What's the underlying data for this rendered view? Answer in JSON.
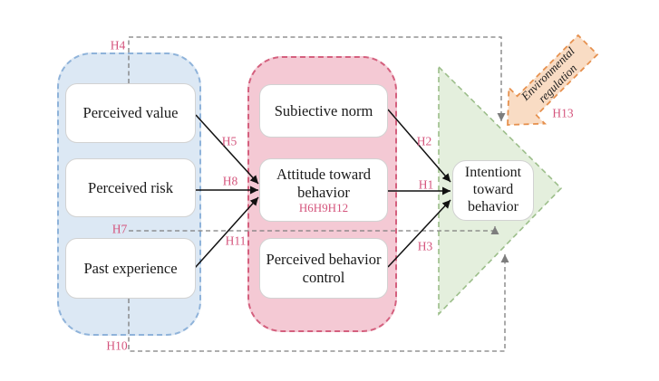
{
  "figure": {
    "antecedents": [
      {
        "label": "Perceived value"
      },
      {
        "label": "Perceived risk"
      },
      {
        "label": "Past experience"
      }
    ],
    "mediators": [
      {
        "label": "Subiective norm"
      },
      {
        "label": "Attitude toward behavior",
        "hypotheses": "H6H9H12"
      },
      {
        "label": "Perceived behavior control"
      }
    ],
    "outcome": {
      "label": "Intentiont toward behavior"
    },
    "moderator": {
      "label": "Environmental regulation",
      "hypothesis": "H13"
    },
    "hypothesis_labels": {
      "h1": "H1",
      "h2": "H2",
      "h3": "H3",
      "h4": "H4",
      "h5": "H5",
      "h7": "H7",
      "h8": "H8",
      "h10": "H10",
      "h11": "H11",
      "h13": "H13",
      "h6_9_12": "H6H9H12"
    },
    "colors": {
      "blue_fill": "#dce8f4",
      "blue_border": "#8fb3da",
      "pink_fill": "#f4c9d4",
      "pink_border": "#d4607e",
      "green_fill": "#e4efdd",
      "green_border": "#9cbe8a",
      "orange_fill": "#f9dcc4",
      "orange_border": "#e6914f",
      "label_pink": "#d4547c",
      "dash_gray": "#7d7d7d",
      "arrow_black": "#111111",
      "box_border": "#d2d2d2"
    }
  }
}
